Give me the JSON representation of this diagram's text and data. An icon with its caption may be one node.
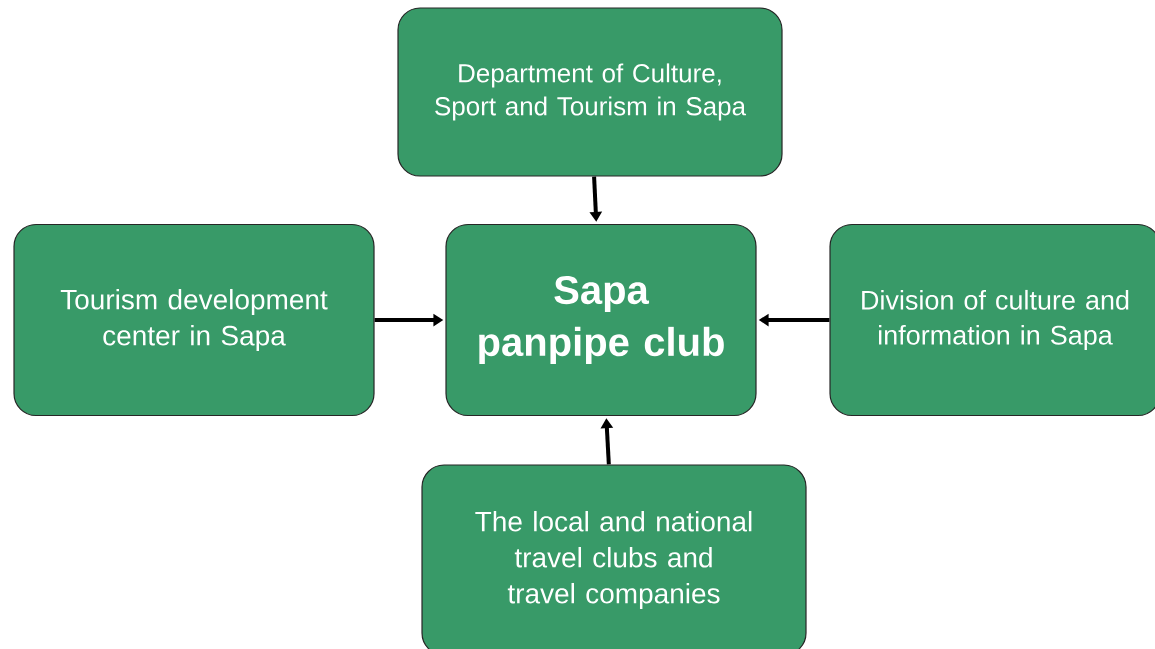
{
  "diagram": {
    "nodes": [
      {
        "text": [
          "Department of Culture, Sport and Tourism in Sapa"
        ]
      },
      {
        "text": [
          "Tourism development center in Sapa"
        ]
      },
      {
        "text": [
          "Sapa panpipe club"
        ]
      },
      {
        "text": [
          "Division of culture and information in Sapa"
        ]
      },
      {
        "text": [
          "The local and national travel clubs and travel companies"
        ]
      }
    ],
    "edges": [
      {
        "from": 0,
        "to": 2,
        "arrow": "to"
      },
      {
        "from": 1,
        "to": 2,
        "arrow": "to"
      },
      {
        "from": 3,
        "to": 2,
        "arrow": "to"
      },
      {
        "from": 4,
        "to": 2,
        "arrow": "to"
      }
    ]
  }
}
